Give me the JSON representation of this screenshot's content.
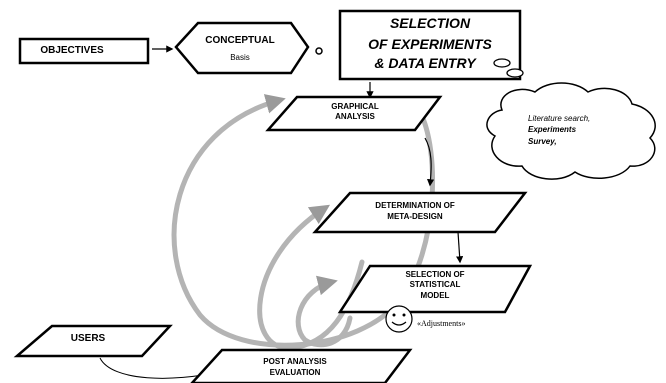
{
  "nodes": {
    "objectives": "OBJECTIVES",
    "conceptual": {
      "title": "CONCEPTUAL",
      "subtitle": "Basis"
    },
    "selection_experiments": {
      "line1": "SELECTION",
      "line2": "OF EXPERIMENTS",
      "line3": "& DATA ENTRY"
    },
    "graphical_analysis": {
      "line1": "GRAPHICAL",
      "line2": "ANALYSIS"
    },
    "meta_design": {
      "line1": "DETERMINATION OF",
      "line2": "META-DESIGN"
    },
    "statistical_model": {
      "line1": "SELECTION OF",
      "line2": "STATISTICAL",
      "line3": "MODEL"
    },
    "users": "USERS",
    "post_analysis": {
      "line1": "POST ANALYSIS",
      "line2": "EVALUATION"
    }
  },
  "thought_cloud": {
    "line1": "Literature search,",
    "line2": "Experiments",
    "line3": "Survey,"
  },
  "adjustments_label": "«Adjustments»",
  "colors": {
    "ink": "#000000",
    "loop_arrows": "#b4b4b4",
    "background": "#ffffff"
  }
}
